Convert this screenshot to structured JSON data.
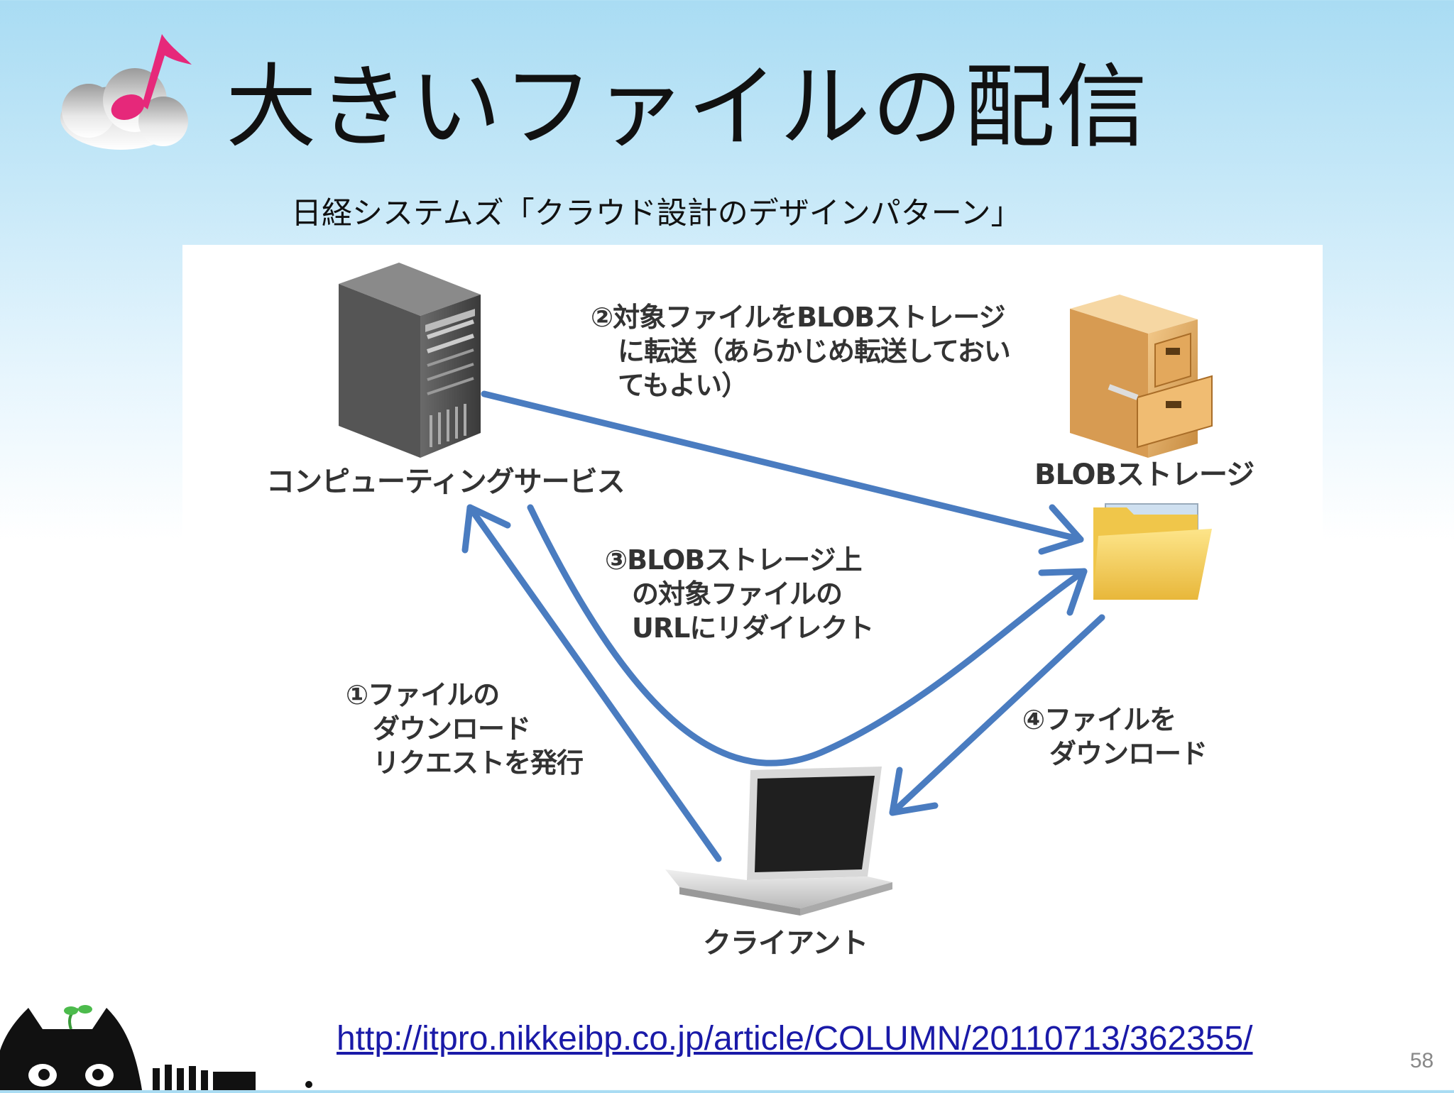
{
  "slide": {
    "title": "大きいファイルの配信",
    "subtitle": "日経システムズ「クラウド設計のデザインパターン」",
    "url": "http://itpro.nikkeibp.co.jp/article/COLUMN/20110713/362355/",
    "page_number": "58"
  },
  "diagram": {
    "nodes": {
      "compute": "コンピューティングサービス",
      "blob": "BLOBストレージ",
      "client": "クライアント"
    },
    "steps": {
      "step1": [
        "①ファイルの",
        "ダウンロード",
        "リクエストを発行"
      ],
      "step2": [
        "②対象ファイルをBLOBストレージ",
        "に転送（あらかじめ転送しておい",
        "てもよい）"
      ],
      "step3": [
        "③BLOBストレージ上",
        "の対象ファイルの",
        "URLにリダイレクト"
      ],
      "step4": [
        "④ファイルを",
        "ダウンロード"
      ]
    },
    "colors": {
      "arrow": "#4a7cc0"
    }
  },
  "icons": [
    "music-note-cloud-icon",
    "server-icon",
    "file-cabinet-icon",
    "folder-icon",
    "laptop-icon",
    "black-cat-mascot-icon"
  ]
}
